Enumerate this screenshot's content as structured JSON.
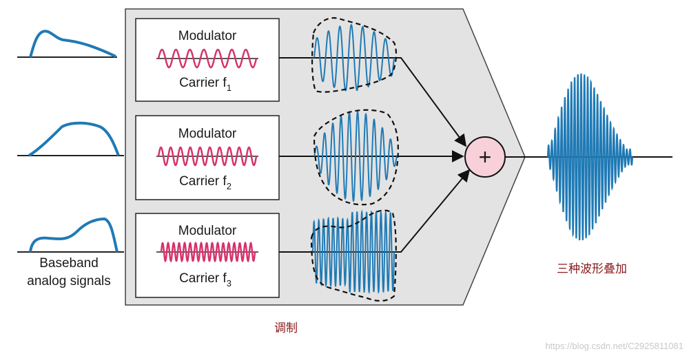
{
  "baseband": {
    "line1": "Baseband",
    "line2": "analog signals"
  },
  "modulators": [
    {
      "title": "Modulator",
      "carrier": "Carrier f",
      "sub": "1",
      "cycles": 7
    },
    {
      "title": "Modulator",
      "carrier": "Carrier f",
      "sub": "2",
      "cycles": 10
    },
    {
      "title": "Modulator",
      "carrier": "Carrier f",
      "sub": "3",
      "cycles": 17
    }
  ],
  "adder_symbol": "+",
  "labels": {
    "modulation": "调制",
    "superposition": "三种波形叠加"
  },
  "watermark": "https://blog.csdn.net/C2925811081",
  "colors": {
    "wave_blue": "#1f7ab5",
    "carrier_pink": "#d6336c",
    "panel_gray": "#e3e3e3",
    "adder_fill": "#f7d0da",
    "annotation_red": "#8b1a1a"
  }
}
